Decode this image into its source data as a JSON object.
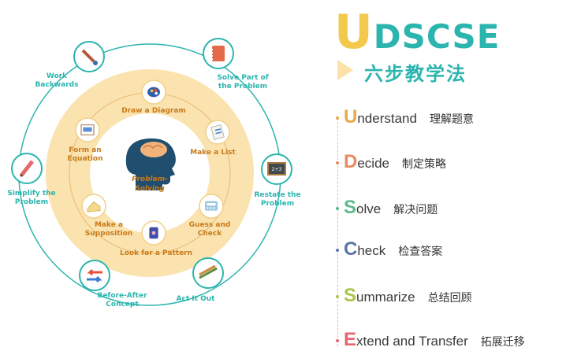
{
  "header": {
    "title_first_letter": "U",
    "title_rest": "DSCSE",
    "subtitle": "六步教学法"
  },
  "steps": [
    {
      "letter": "U",
      "rest": "nderstand",
      "cn": "理解题意",
      "color": "#E9A84A"
    },
    {
      "letter": "D",
      "rest": "ecide",
      "cn": "制定策略",
      "color": "#E98A62"
    },
    {
      "letter": "S",
      "rest": "olve",
      "cn": "解决问题",
      "color": "#5FB88C"
    },
    {
      "letter": "C",
      "rest": "heck",
      "cn": "检查答案",
      "color": "#5C76A8"
    },
    {
      "letter": "S",
      "rest": "ummarize",
      "cn": "总结回顾",
      "color": "#A8C44A"
    },
    {
      "letter": "E",
      "rest": "xtend and Transfer",
      "cn": "拓展迁移",
      "color": "#E36872"
    }
  ],
  "center": {
    "line1": "Problem-",
    "line2": "Solving"
  },
  "outer_strategies": [
    {
      "lines": [
        "Solve Part of",
        "the Problem"
      ],
      "icon": "notebook-icon"
    },
    {
      "lines": [
        "Restate the",
        "Problem"
      ],
      "icon": "blackboard-icon"
    },
    {
      "lines": [
        "Act It Out"
      ],
      "icon": "pencils-icon"
    },
    {
      "lines": [
        "Before-After",
        "Concept"
      ],
      "icon": "arrows-icon"
    },
    {
      "lines": [
        "Simplify the",
        "Problem"
      ],
      "icon": "pencil-icon"
    },
    {
      "lines": [
        "Work",
        "Backwards"
      ],
      "icon": "paintbrush-icon"
    }
  ],
  "inner_strategies": [
    {
      "lines": [
        "Draw a Diagram"
      ],
      "icon": "palette-icon"
    },
    {
      "lines": [
        "Make a List"
      ],
      "icon": "list-icon"
    },
    {
      "lines": [
        "Guess and",
        "Check"
      ],
      "icon": "calculator-icon"
    },
    {
      "lines": [
        "Look for a Pattern"
      ],
      "icon": "book-icon"
    },
    {
      "lines": [
        "Make a",
        "Supposition"
      ],
      "icon": "cheese-icon"
    },
    {
      "lines": [
        "Form an",
        "Equation"
      ],
      "icon": "equation-icon"
    }
  ],
  "colors": {
    "teal": "#2BB5AE",
    "ring": "#FBE3AF",
    "inner_label": "#C77A1B",
    "title_u": "#F2C94C"
  }
}
